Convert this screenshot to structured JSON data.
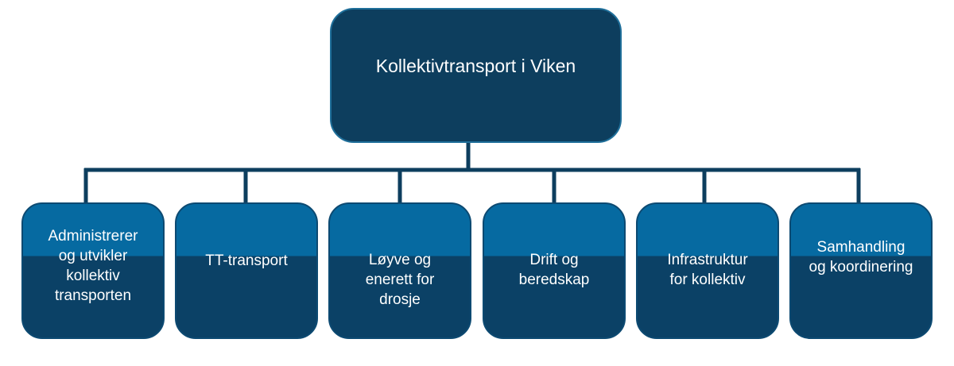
{
  "diagram": {
    "root": {
      "label": "Kollektivtransport i Viken"
    },
    "children": [
      {
        "label": "Administrerer\nog utvikler\nkollektiv\ntransporten"
      },
      {
        "label": "TT-transport"
      },
      {
        "label": "Løyve og\nenerett for\ndrosje"
      },
      {
        "label": "Drift og\nberedskap"
      },
      {
        "label": "Infrastruktur\nfor kollektiv"
      },
      {
        "label": "Samhandling\nog koordinering"
      }
    ],
    "colors": {
      "root_fill": "#0d3e5e",
      "child_top": "#066aa1",
      "child_bottom": "#0b4166",
      "connector": "#0d3e5e"
    }
  }
}
